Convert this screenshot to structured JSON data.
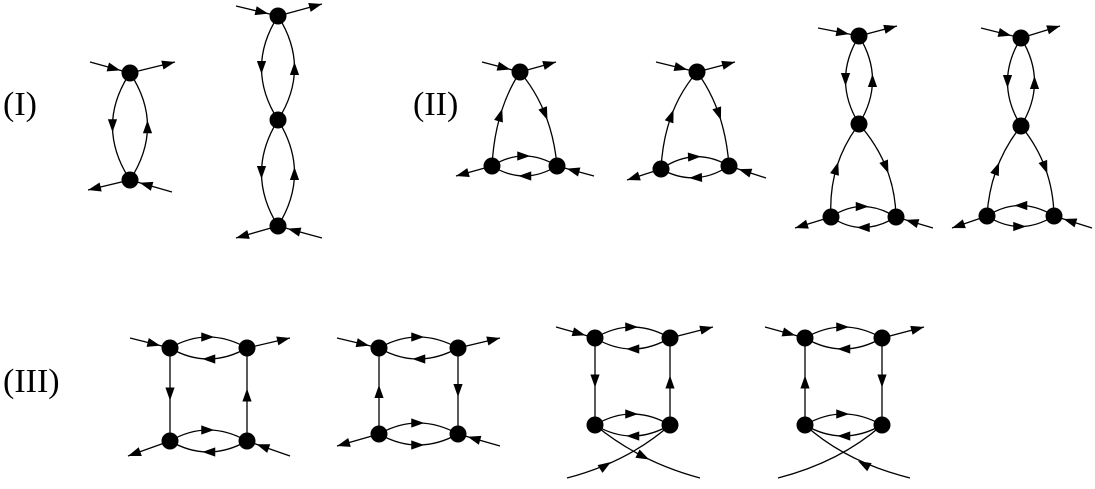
{
  "labels": {
    "group1": "(I)",
    "group2": "(II)",
    "group3": "(III)"
  },
  "colors": {
    "line": "#000000",
    "vertex": "#000000",
    "background": "#ffffff"
  }
}
